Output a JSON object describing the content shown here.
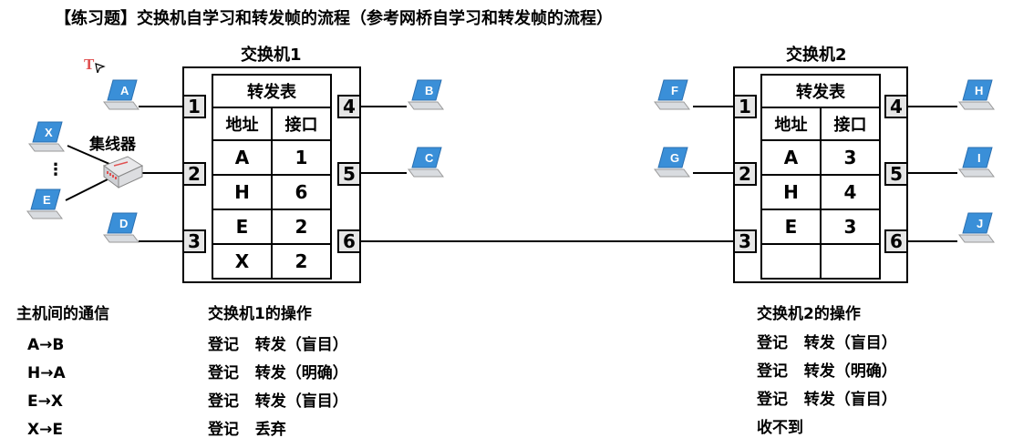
{
  "title": "【练习题】交换机自学习和转发帧的流程（参考网桥自学习和转发帧的流程）",
  "switch1": {
    "label": "交换机1",
    "table_caption": "转发表",
    "col_addr": "地址",
    "col_port": "接口",
    "rows": [
      [
        "A",
        "1"
      ],
      [
        "H",
        "6"
      ],
      [
        "E",
        "2"
      ],
      [
        "X",
        "2"
      ]
    ],
    "ports": [
      "1",
      "2",
      "3",
      "4",
      "5",
      "6"
    ]
  },
  "switch2": {
    "label": "交换机2",
    "table_caption": "转发表",
    "col_addr": "地址",
    "col_port": "接口",
    "rows": [
      [
        "A",
        "3"
      ],
      [
        "H",
        "4"
      ],
      [
        "E",
        "3"
      ],
      [
        "",
        ""
      ]
    ],
    "ports": [
      "1",
      "2",
      "3",
      "4",
      "5",
      "6"
    ]
  },
  "hub_label": "集线器",
  "hub_dots": "⋮",
  "hosts": {
    "A": "A",
    "B": "B",
    "C": "C",
    "D": "D",
    "E": "E",
    "X": "X",
    "F": "F",
    "G": "G",
    "H": "H",
    "I": "I",
    "J": "J"
  },
  "comm": {
    "heading": "主机间的通信",
    "items": [
      "A→B",
      "H→A",
      "E→X",
      "X→E"
    ]
  },
  "ops1": {
    "heading": "交换机1的操作",
    "items": [
      "登记   转发（盲目）",
      "登记   转发（明确）",
      "登记   转发（盲目）",
      "登记   丢弃"
    ]
  },
  "ops2": {
    "heading": "交换机2的操作",
    "items": [
      "登记   转发（盲目）",
      "登记   转发（明确）",
      "登记   转发（盲目）",
      "收不到"
    ]
  },
  "colors": {
    "laptop_blue": "#3a8fd8",
    "laptop_body": "#cfd3d8",
    "hub_red": "#e05050",
    "port_fill": "#e6e6e6"
  },
  "icons": {
    "laptop": "laptop-icon",
    "hub": "hub-icon",
    "text_cursor": "text-tool-icon"
  }
}
